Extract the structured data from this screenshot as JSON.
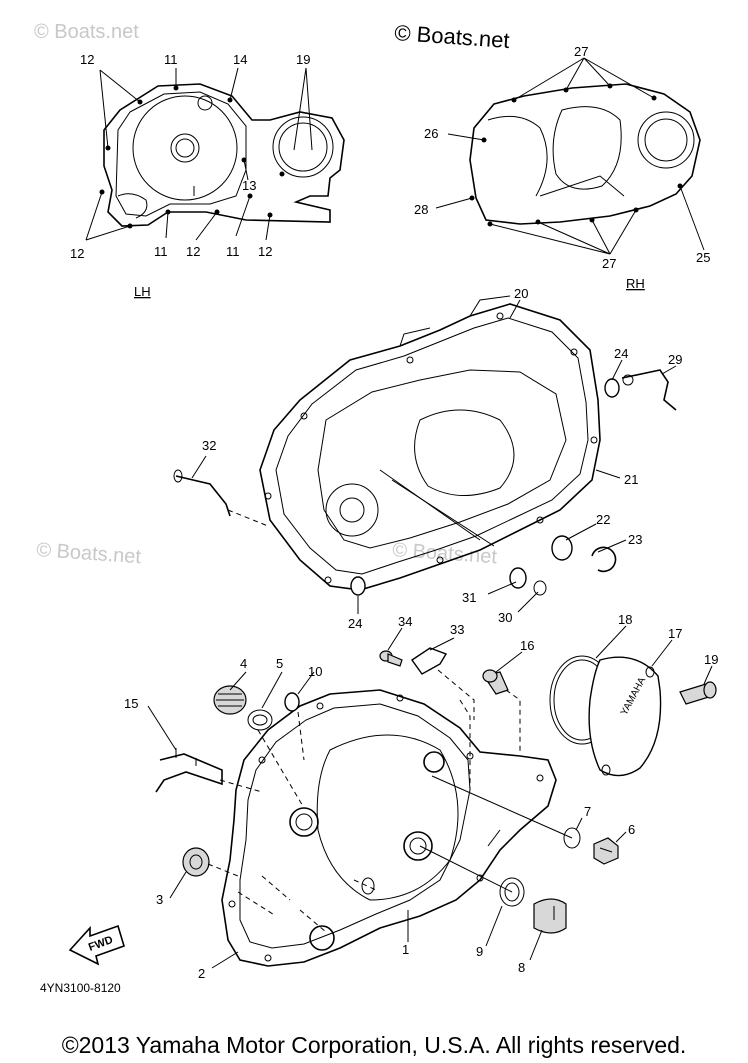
{
  "watermarks": {
    "top_left": "© Boats.net",
    "top_center": "© Boats.net",
    "mid_left": "© Boats.net",
    "center": "© Boats.net"
  },
  "views": {
    "left": "LH",
    "right": "RH"
  },
  "callouts": {
    "c1": "1",
    "c2": "2",
    "c3": "3",
    "c4": "4",
    "c5": "5",
    "c6": "6",
    "c7": "7",
    "c8": "8",
    "c9": "9",
    "c10": "10",
    "c11a": "11",
    "c11b": "11",
    "c11c": "11",
    "c12a": "12",
    "c12b": "12",
    "c12c": "12",
    "c12d": "12",
    "c13": "13",
    "c14": "14",
    "c15": "15",
    "c16": "16",
    "c17": "17",
    "c18": "18",
    "c19a": "19",
    "c19b": "19",
    "c20": "20",
    "c21": "21",
    "c22": "22",
    "c23": "23",
    "c24a": "24",
    "c24b": "24",
    "c25": "25",
    "c26": "26",
    "c27a": "27",
    "c27b": "27",
    "c28": "28",
    "c29": "29",
    "c30": "30",
    "c31": "31",
    "c32": "32",
    "c33": "33",
    "c34": "34"
  },
  "fwd_arrow": "FWD",
  "cover_brand": "YAMAHA",
  "diagram_code": "4YN3100-8120",
  "copyright": "©2013 Yamaha Motor Corporation, U.S.A. All rights reserved."
}
